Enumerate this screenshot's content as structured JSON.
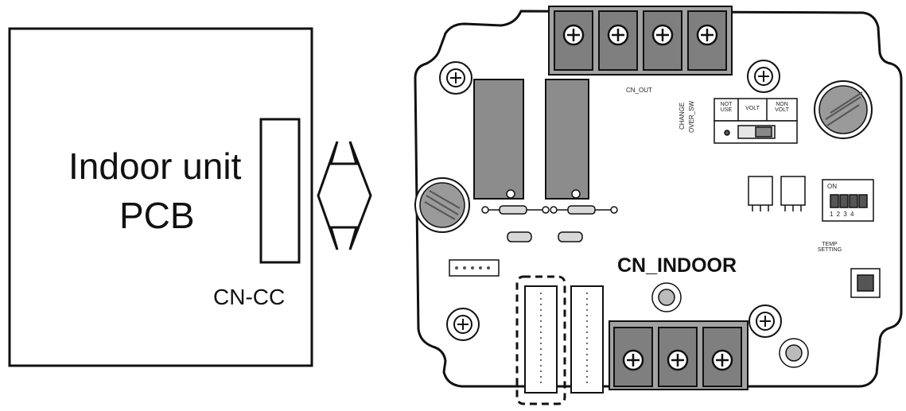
{
  "indoor_pcb": {
    "title_line1": "Indoor unit",
    "title_line2": "PCB",
    "connector_label": "CN-CC"
  },
  "board": {
    "connector_label": "CN_INDOOR",
    "terminal_label": "CN_OUT",
    "switch_label_line1": "CHANGE",
    "switch_label_line2": "OVER_SW",
    "switch_opt1_line1": "NOT",
    "switch_opt1_line2": "USE",
    "switch_opt2": "VOLT",
    "switch_opt3_line1": "NON",
    "switch_opt3_line2": "VOLT",
    "dip_on": "ON",
    "dip_numbers": "1 2 3 4",
    "temp_line1": "TEMP",
    "temp_line2": "SETTING"
  },
  "colors": {
    "line": "#111111",
    "board_fill": "#ffffff",
    "component_gray": "#8c8c8c",
    "terminal_gray": "#9a9a9a"
  }
}
